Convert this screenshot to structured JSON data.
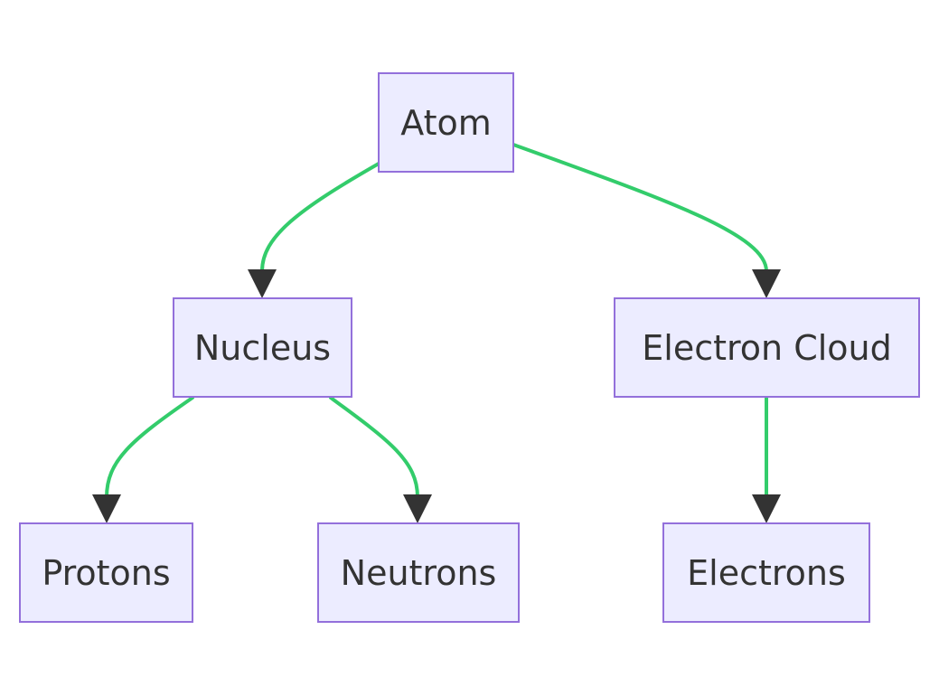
{
  "diagram": {
    "nodes": [
      {
        "id": "atom",
        "label": "Atom"
      },
      {
        "id": "nucleus",
        "label": "Nucleus"
      },
      {
        "id": "electron-cloud",
        "label": "Electron Cloud"
      },
      {
        "id": "protons",
        "label": "Protons"
      },
      {
        "id": "neutrons",
        "label": "Neutrons"
      },
      {
        "id": "electrons",
        "label": "Electrons"
      }
    ],
    "edges": [
      {
        "from": "atom",
        "to": "nucleus"
      },
      {
        "from": "atom",
        "to": "electron-cloud"
      },
      {
        "from": "nucleus",
        "to": "protons"
      },
      {
        "from": "nucleus",
        "to": "neutrons"
      },
      {
        "from": "electron-cloud",
        "to": "electrons"
      }
    ],
    "colors": {
      "node_fill": "#ececff",
      "node_border": "#9370db",
      "edge": "#33cc6b",
      "arrow": "#333333",
      "text": "#333333"
    }
  }
}
